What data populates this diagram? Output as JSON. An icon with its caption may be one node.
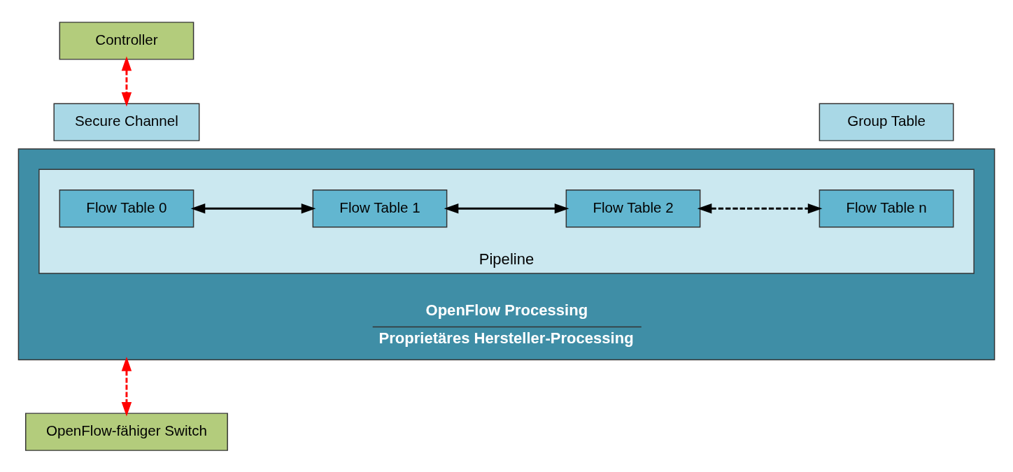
{
  "diagram": {
    "nodes": [
      {
        "text": [
          "Controller"
        ]
      },
      {
        "text": [
          "Secure Channel"
        ]
      },
      {
        "text": [
          "Group Table"
        ]
      },
      {
        "text": [
          "OpenFlow Processing",
          "Proprietäres Hersteller-Processing"
        ]
      },
      {
        "text": [
          "Pipeline"
        ],
        "in": 3
      },
      {
        "text": [
          "Flow Table 0"
        ],
        "in": 4
      },
      {
        "text": [
          "Flow Table 1"
        ],
        "in": 4
      },
      {
        "text": [
          "Flow Table 2"
        ],
        "in": 4
      },
      {
        "text": [
          "Flow Table n"
        ],
        "in": 4
      },
      {
        "text": [
          "OpenFlow-fähiger Switch"
        ]
      }
    ],
    "edges": [
      {
        "from": 0,
        "to": 1,
        "arrow": "both",
        "style": "dashed",
        "color": "#ff0000"
      },
      {
        "from": 5,
        "to": 6,
        "arrow": "both"
      },
      {
        "from": 6,
        "to": 7,
        "arrow": "both"
      },
      {
        "from": 7,
        "to": 8,
        "arrow": "both",
        "style": "dashed"
      },
      {
        "from": 3,
        "to": 9,
        "arrow": "both",
        "style": "dashed",
        "color": "#ff0000"
      }
    ]
  }
}
